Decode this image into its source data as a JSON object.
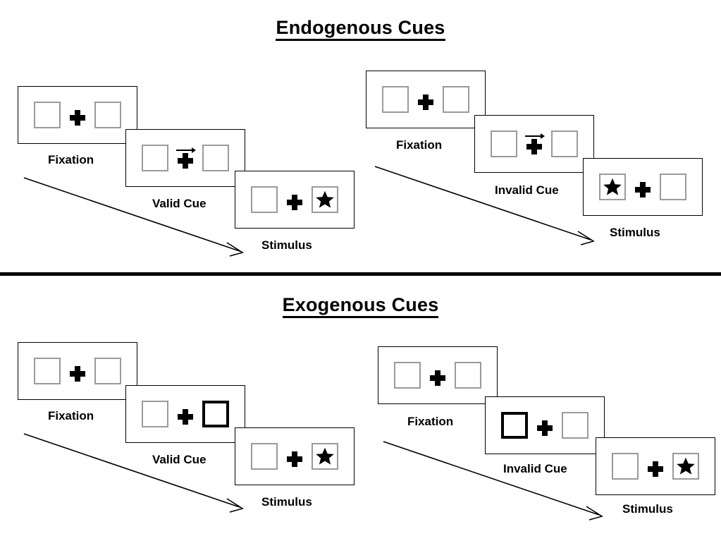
{
  "sections": [
    {
      "id": "endogenous",
      "title": "Endogenous Cues",
      "sequences": [
        {
          "id": "endogenous-valid",
          "frames": [
            {
              "caption": "Fixation",
              "left_box": "empty",
              "right_box": "empty",
              "cue": "none"
            },
            {
              "caption": "Valid Cue",
              "left_box": "empty",
              "right_box": "empty",
              "cue": "arrow-right"
            },
            {
              "caption": "Stimulus",
              "left_box": "empty",
              "right_box": "star",
              "cue": "none"
            }
          ]
        },
        {
          "id": "endogenous-invalid",
          "frames": [
            {
              "caption": "Fixation",
              "left_box": "empty",
              "right_box": "empty",
              "cue": "none"
            },
            {
              "caption": "Invalid Cue",
              "left_box": "empty",
              "right_box": "empty",
              "cue": "arrow-right"
            },
            {
              "caption": "Stimulus",
              "left_box": "star",
              "right_box": "empty",
              "cue": "none"
            }
          ]
        }
      ]
    },
    {
      "id": "exogenous",
      "title": "Exogenous Cues",
      "sequences": [
        {
          "id": "exogenous-valid",
          "frames": [
            {
              "caption": "Fixation",
              "left_box": "empty",
              "right_box": "empty",
              "cue": "none"
            },
            {
              "caption": "Valid Cue",
              "left_box": "empty",
              "right_box": "highlight",
              "cue": "peripheral-right"
            },
            {
              "caption": "Stimulus",
              "left_box": "empty",
              "right_box": "star",
              "cue": "none"
            }
          ]
        },
        {
          "id": "exogenous-invalid",
          "frames": [
            {
              "caption": "Fixation",
              "left_box": "empty",
              "right_box": "empty",
              "cue": "none"
            },
            {
              "caption": "Invalid Cue",
              "left_box": "highlight",
              "right_box": "empty",
              "cue": "peripheral-left"
            },
            {
              "caption": "Stimulus",
              "left_box": "empty",
              "right_box": "star",
              "cue": "none"
            }
          ]
        }
      ]
    }
  ],
  "icons": {
    "fixation_cross": "plus-icon",
    "arrow_cue": "arrow-right-icon",
    "star_target": "star-icon",
    "flow_arrow": "diagonal-arrow-icon",
    "placeholder_box": "square-outline-icon",
    "cued_box": "thick-square-outline-icon"
  },
  "colors": {
    "background": "#ffffff",
    "ink": "#000000",
    "box_outline": "#9a9a9a",
    "cued_box_outline": "#000000",
    "divider": "#000000"
  }
}
